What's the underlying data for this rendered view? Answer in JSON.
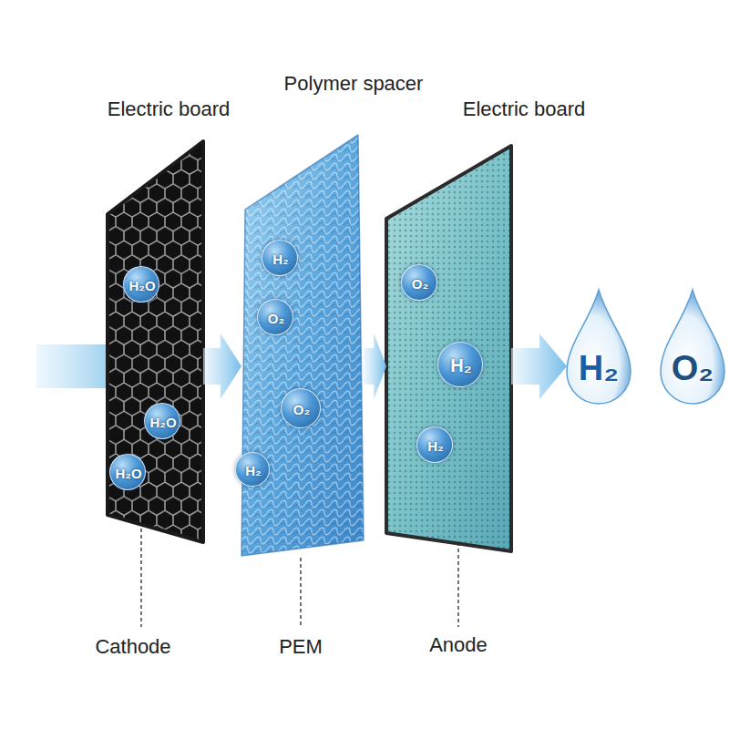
{
  "diagram": {
    "nodes": [
      {
        "text": [
          "Electric board",
          "Cathode"
        ]
      },
      {
        "text": [
          "H₂O"
        ],
        "in": 0
      },
      {
        "text": [
          "H₂O"
        ],
        "in": 0
      },
      {
        "text": [
          "H₂O"
        ],
        "in": 0
      },
      {
        "text": [
          "Polymer spacer",
          "PEM"
        ]
      },
      {
        "text": [
          "H₂"
        ],
        "in": 4
      },
      {
        "text": [
          "O₂"
        ],
        "in": 4
      },
      {
        "text": [
          "O₂"
        ],
        "in": 4
      },
      {
        "text": [
          "H₂"
        ],
        "in": 4
      },
      {
        "text": [
          "Electric board",
          "Anode"
        ]
      },
      {
        "text": [
          "O₂"
        ],
        "in": 9
      },
      {
        "text": [
          "H₂"
        ],
        "in": 9
      },
      {
        "text": [
          "H₂"
        ],
        "in": 9
      },
      {
        "text": [
          "H₂"
        ]
      },
      {
        "text": [
          "O₂"
        ]
      }
    ],
    "edges": [
      {
        "from": 0,
        "to": 4,
        "arrow": "to"
      },
      {
        "from": 4,
        "to": 9,
        "arrow": "to"
      },
      {
        "from": 9,
        "to": 13,
        "arrow": "to"
      }
    ]
  }
}
